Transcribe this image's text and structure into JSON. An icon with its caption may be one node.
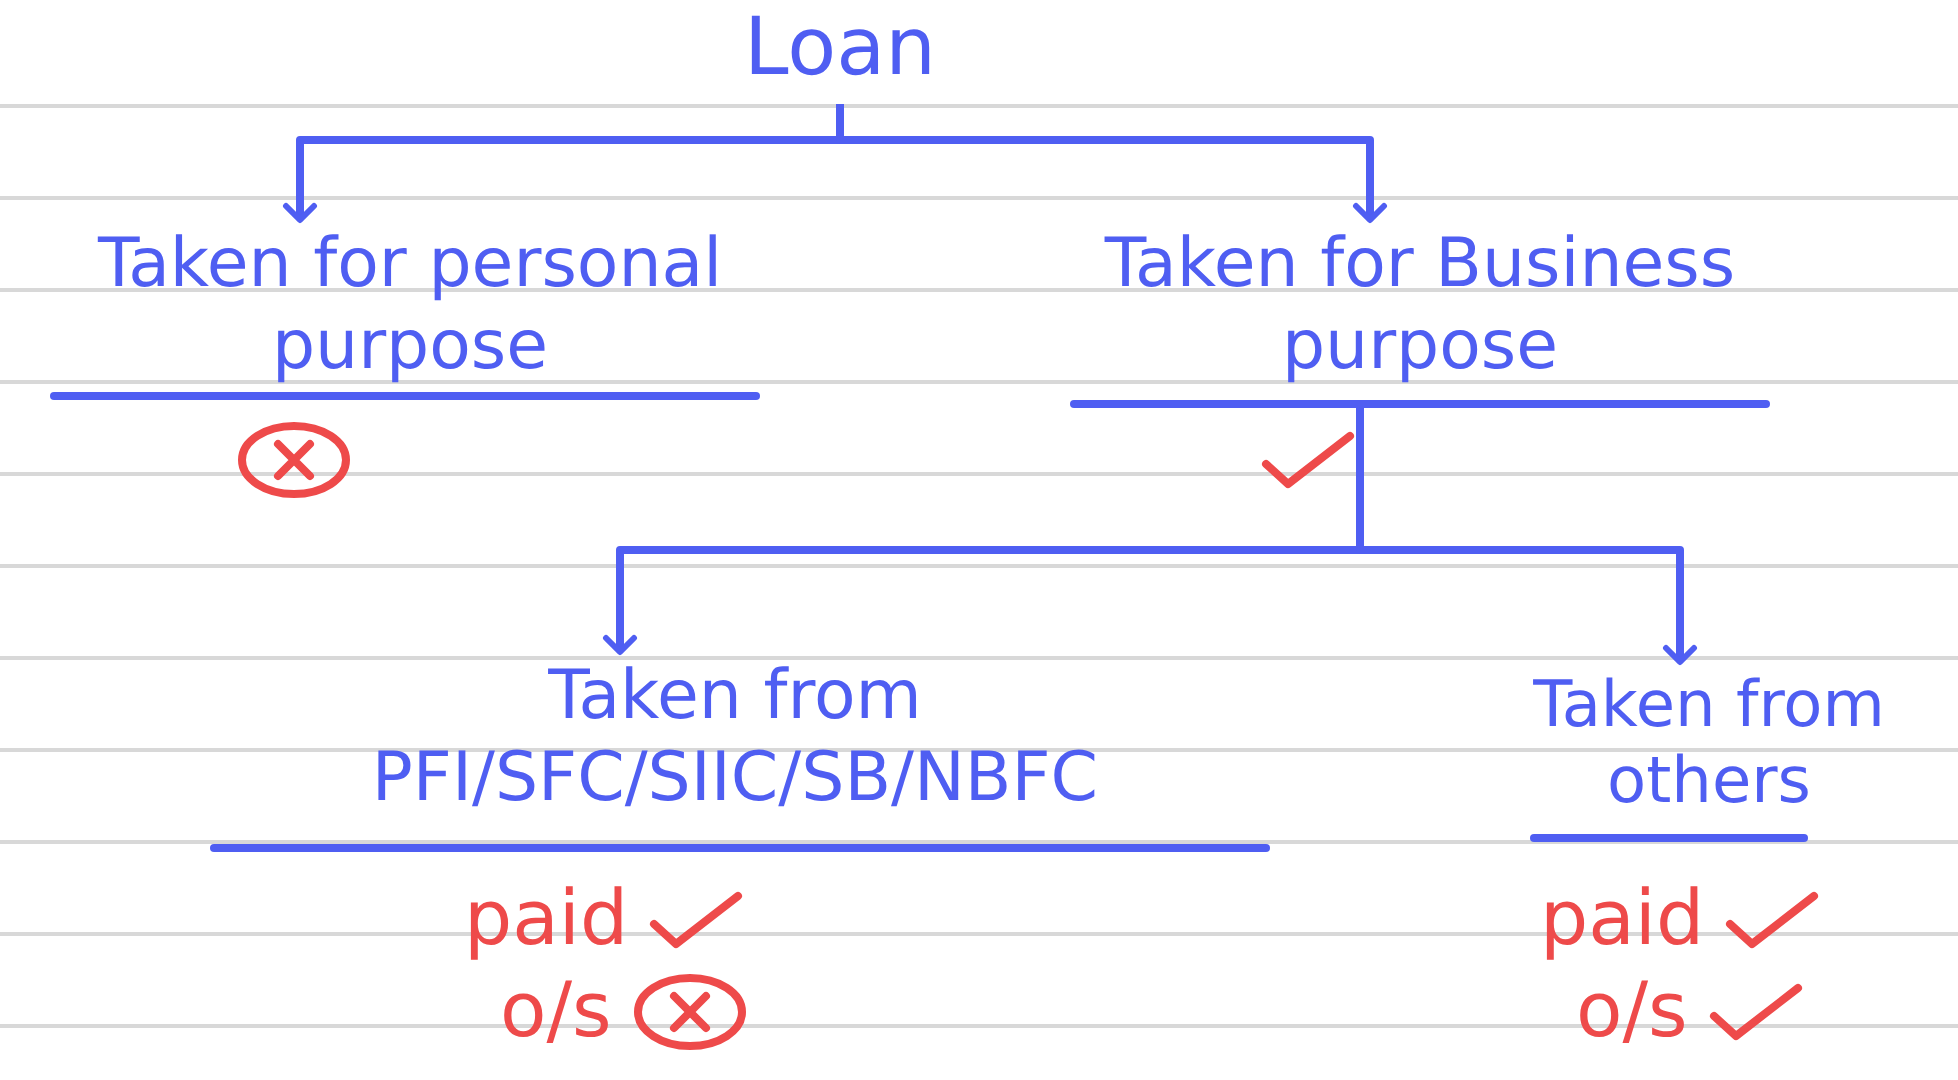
{
  "diagram": {
    "nodes": [
      {
        "text": [
          "Loan"
        ]
      },
      {
        "text": [
          "Taken for personal purpose"
        ]
      },
      {
        "text": [
          "Taken for Business purpose"
        ]
      },
      {
        "text": [
          "Taken from PFI/SFC/SIIC/SB/NBFC"
        ],
        "beside": [
          "paid",
          "o/s"
        ]
      },
      {
        "text": [
          "Taken from others"
        ],
        "beside": [
          "paid",
          "o/s"
        ]
      }
    ],
    "edges": [
      {
        "from": 0,
        "to": 1,
        "arrow": "to"
      },
      {
        "from": 0,
        "to": 2,
        "arrow": "to"
      },
      {
        "from": 2,
        "to": 3,
        "arrow": "to"
      },
      {
        "from": 2,
        "to": 4,
        "arrow": "to"
      }
    ]
  }
}
